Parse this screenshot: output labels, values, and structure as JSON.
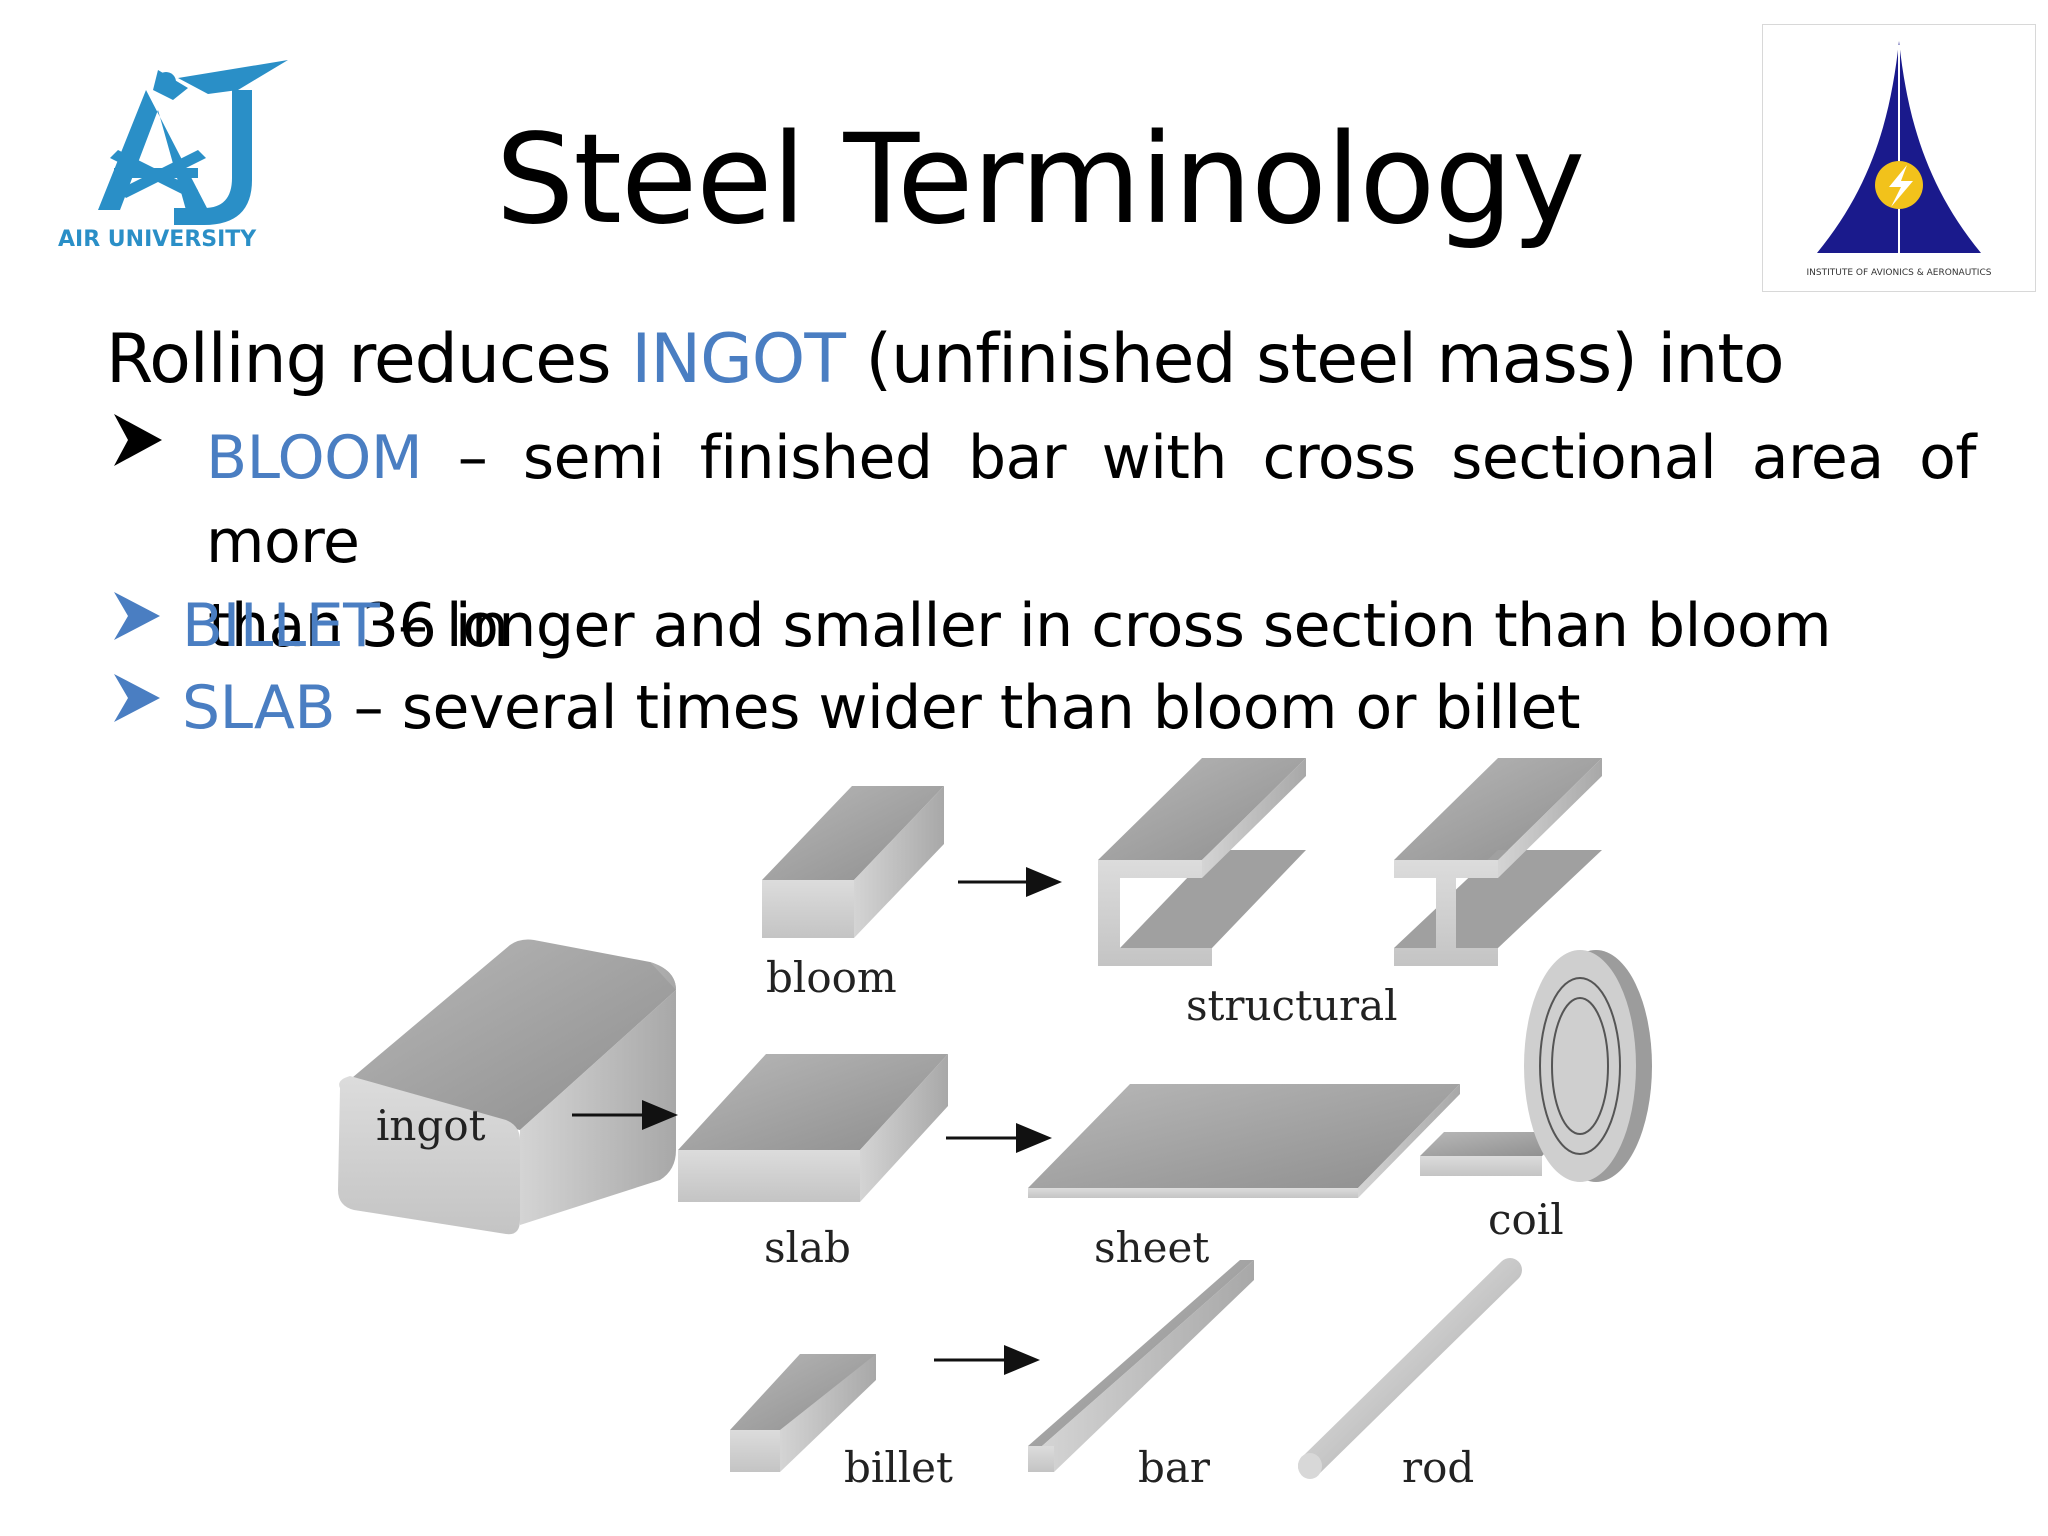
{
  "slide": {
    "title": "Steel Terminology",
    "logos": {
      "left_text": "AIR UNIVERSITY",
      "right_text": "INSTITUTE OF AVIONICS & AERONAUTICS"
    },
    "intro": {
      "before": "Rolling reduces ",
      "highlight": "INGOT",
      "after": " (unfinished steel mass) into"
    },
    "bullets": [
      {
        "term": "BLOOM",
        "text": " – semi finished bar with cross sectional area of more",
        "cont": "than 36 in"
      },
      {
        "term": "BILLET",
        "text": " – longer and smaller in cross section than bloom"
      },
      {
        "term": "SLAB",
        "text": " – several times wider than bloom or billet"
      }
    ],
    "diagram_labels": {
      "ingot": "ingot",
      "bloom": "bloom",
      "structural": "structural",
      "slab": "slab",
      "sheet": "sheet",
      "coil": "coil",
      "billet": "billet",
      "bar": "bar",
      "rod": "rod"
    },
    "colors": {
      "highlight": "#4a7ec2",
      "logo_blue": "#2a8fc7",
      "emblem_navy": "#1a1a8c",
      "emblem_yellow": "#f2c21b"
    }
  }
}
